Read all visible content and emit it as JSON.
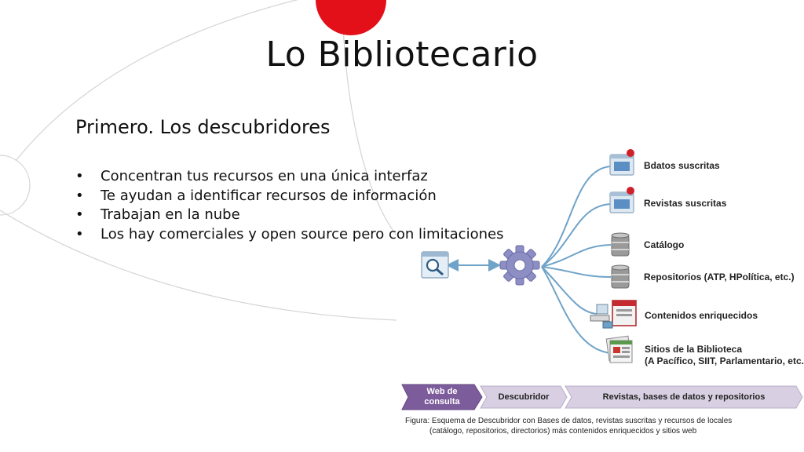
{
  "slide": {
    "title": "Lo Bibliotecario",
    "subtitle": "Primero. Los descubridores",
    "bullets": [
      "Concentran tus recursos en una única interfaz",
      "Te ayudan a identificar recursos de información",
      "Trabajan en la nube",
      "Los hay comerciales y open source pero con limitaciones"
    ]
  },
  "diagram": {
    "hub_icon": "gear-icon",
    "search_icon": "search-window-icon",
    "nodes": [
      {
        "label": "Bdatos suscritas",
        "icon": "window-database-icon"
      },
      {
        "label": "Revistas suscritas",
        "icon": "window-journal-icon"
      },
      {
        "label": "Catálogo",
        "icon": "database-icon"
      },
      {
        "label": "Repositorios (ATP, HPolítica, etc.)",
        "icon": "database-icon"
      },
      {
        "label": "Contenidos enriquecidos",
        "icon": "enriched-content-icon"
      },
      {
        "label": "Sitios de la Biblioteca",
        "label2": "(A Pacífico, SIIT, Parlamentario, etc.)",
        "icon": "web-pages-icon"
      }
    ],
    "flow": {
      "step1_line1": "Web de",
      "step1_line2": "consulta",
      "step2": "Descubridor",
      "step3": "Revistas, bases de datos y repositorios"
    },
    "caption_line1": "Figura: Esquema de Descubridor con Bases de datos, revistas suscritas y recursos de locales",
    "caption_line2": "(catálogo, repositorios, directorios) más contenidos enriquecidos y sitios web"
  },
  "colors": {
    "accent_red": "#e3101a",
    "curve_blue": "#6fa3c8",
    "gear": "#8d8fc4",
    "flow_dark": "#7d5c9c",
    "flow_light": "#d8d0e2"
  }
}
